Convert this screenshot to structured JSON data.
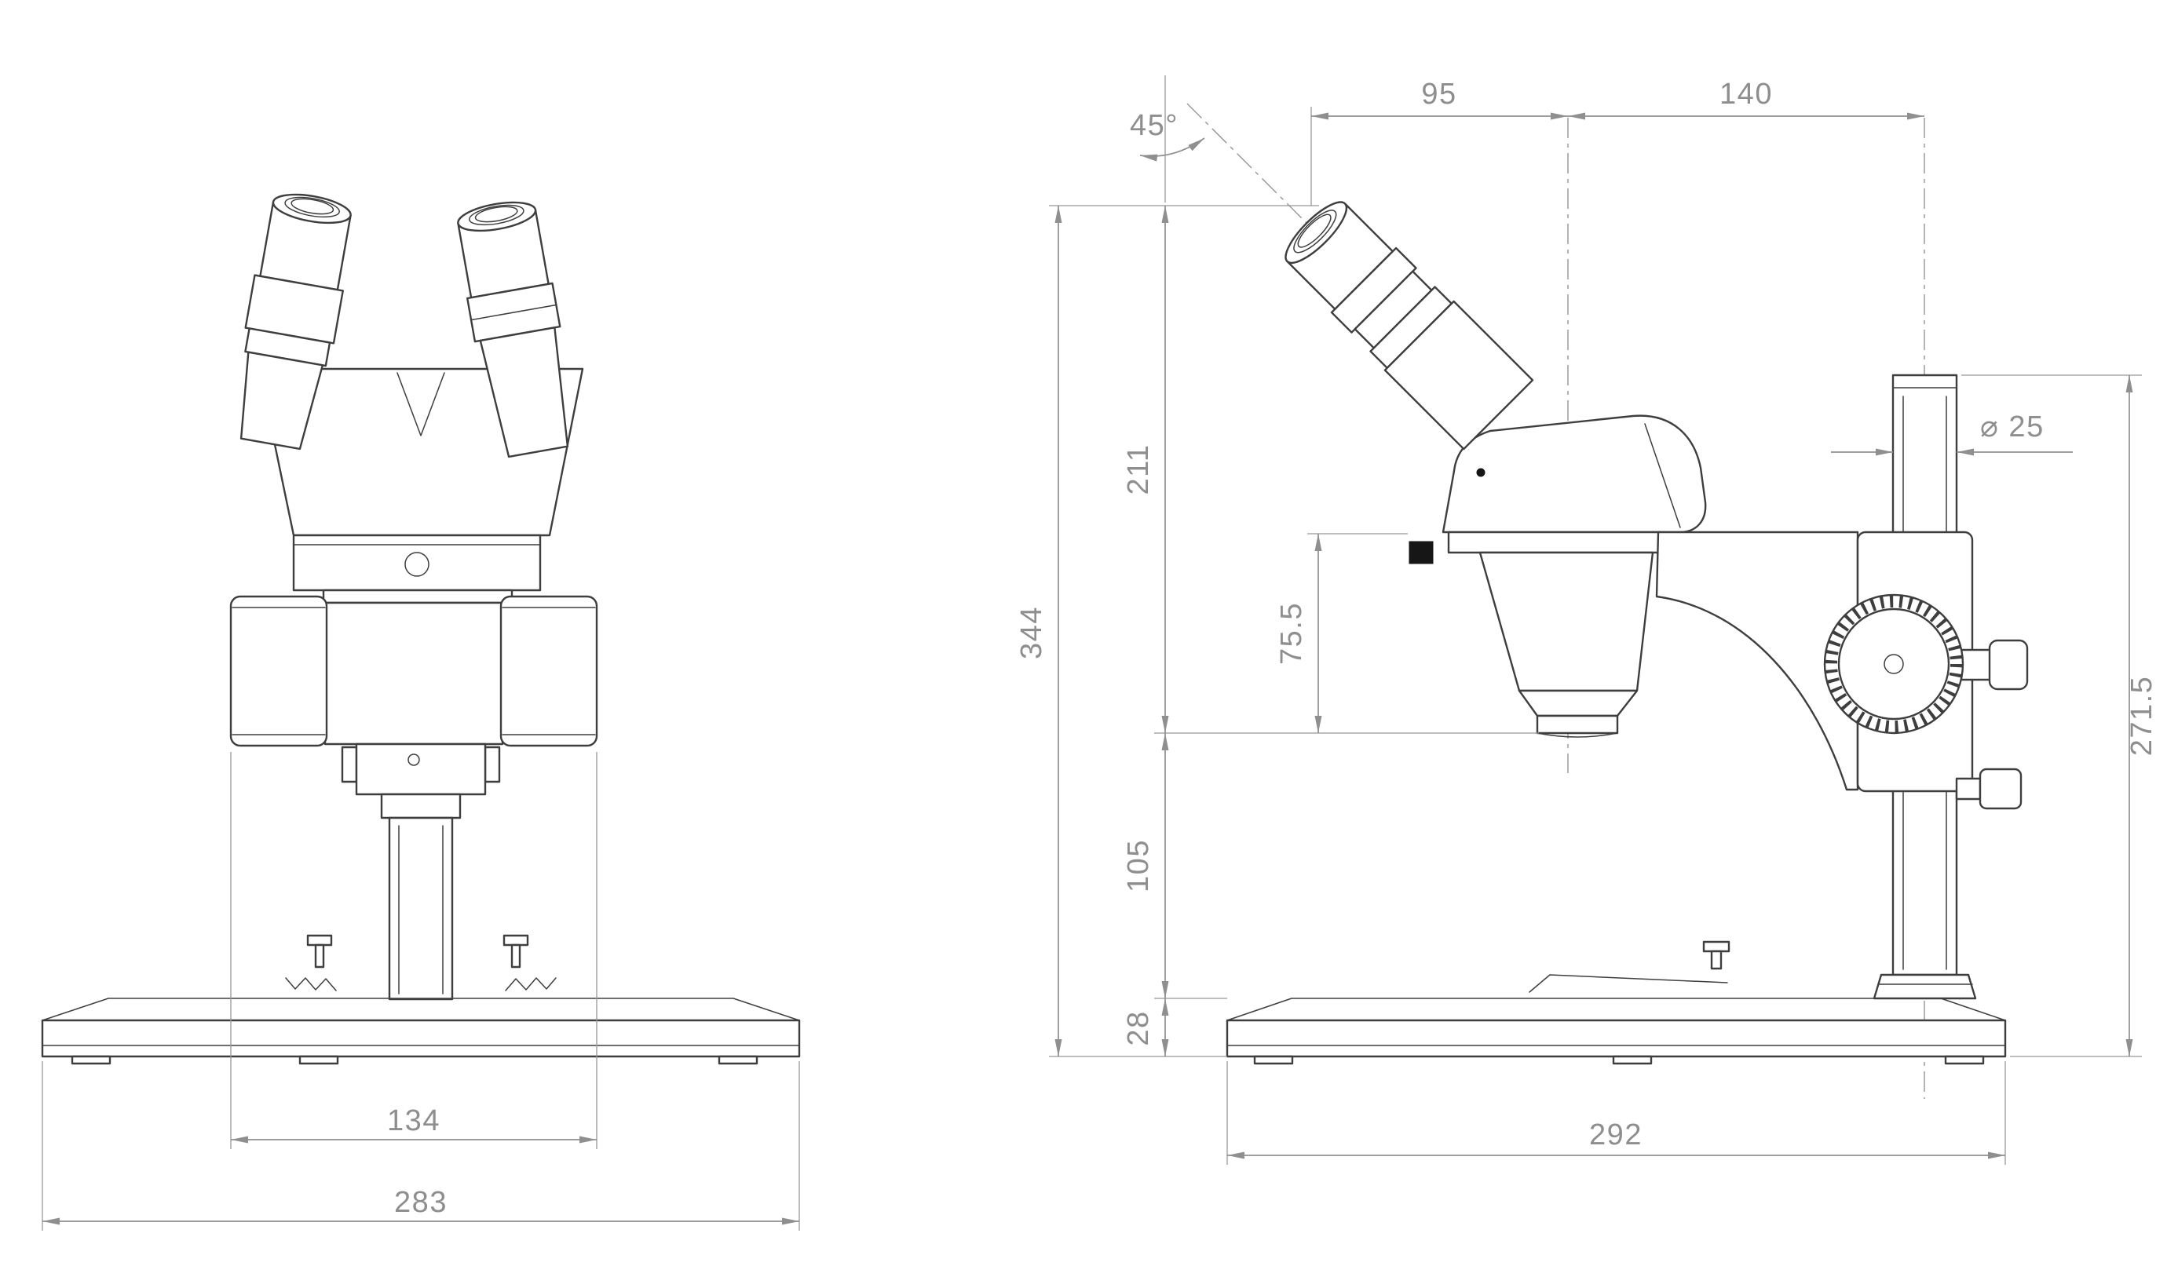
{
  "colors": {
    "background": "#ffffff",
    "object_line": "#3e3e3e",
    "dimension_line": "#8f8f8f",
    "dimension_text": "#8e8e8e"
  },
  "front_view": {
    "head_width": "134",
    "base_width": "283"
  },
  "side_view": {
    "eyepiece_angle": "45°",
    "eyepiece_to_body_axis": "95",
    "body_axis_to_column_axis": "140",
    "overall_height": "344",
    "eyepiece_to_focus_plane": "211",
    "body_height": "75.5",
    "focus_to_base": "105",
    "base_thickness": "28",
    "base_depth": "292",
    "column_diameter": "⌀ 25",
    "column_height": "271.5"
  }
}
